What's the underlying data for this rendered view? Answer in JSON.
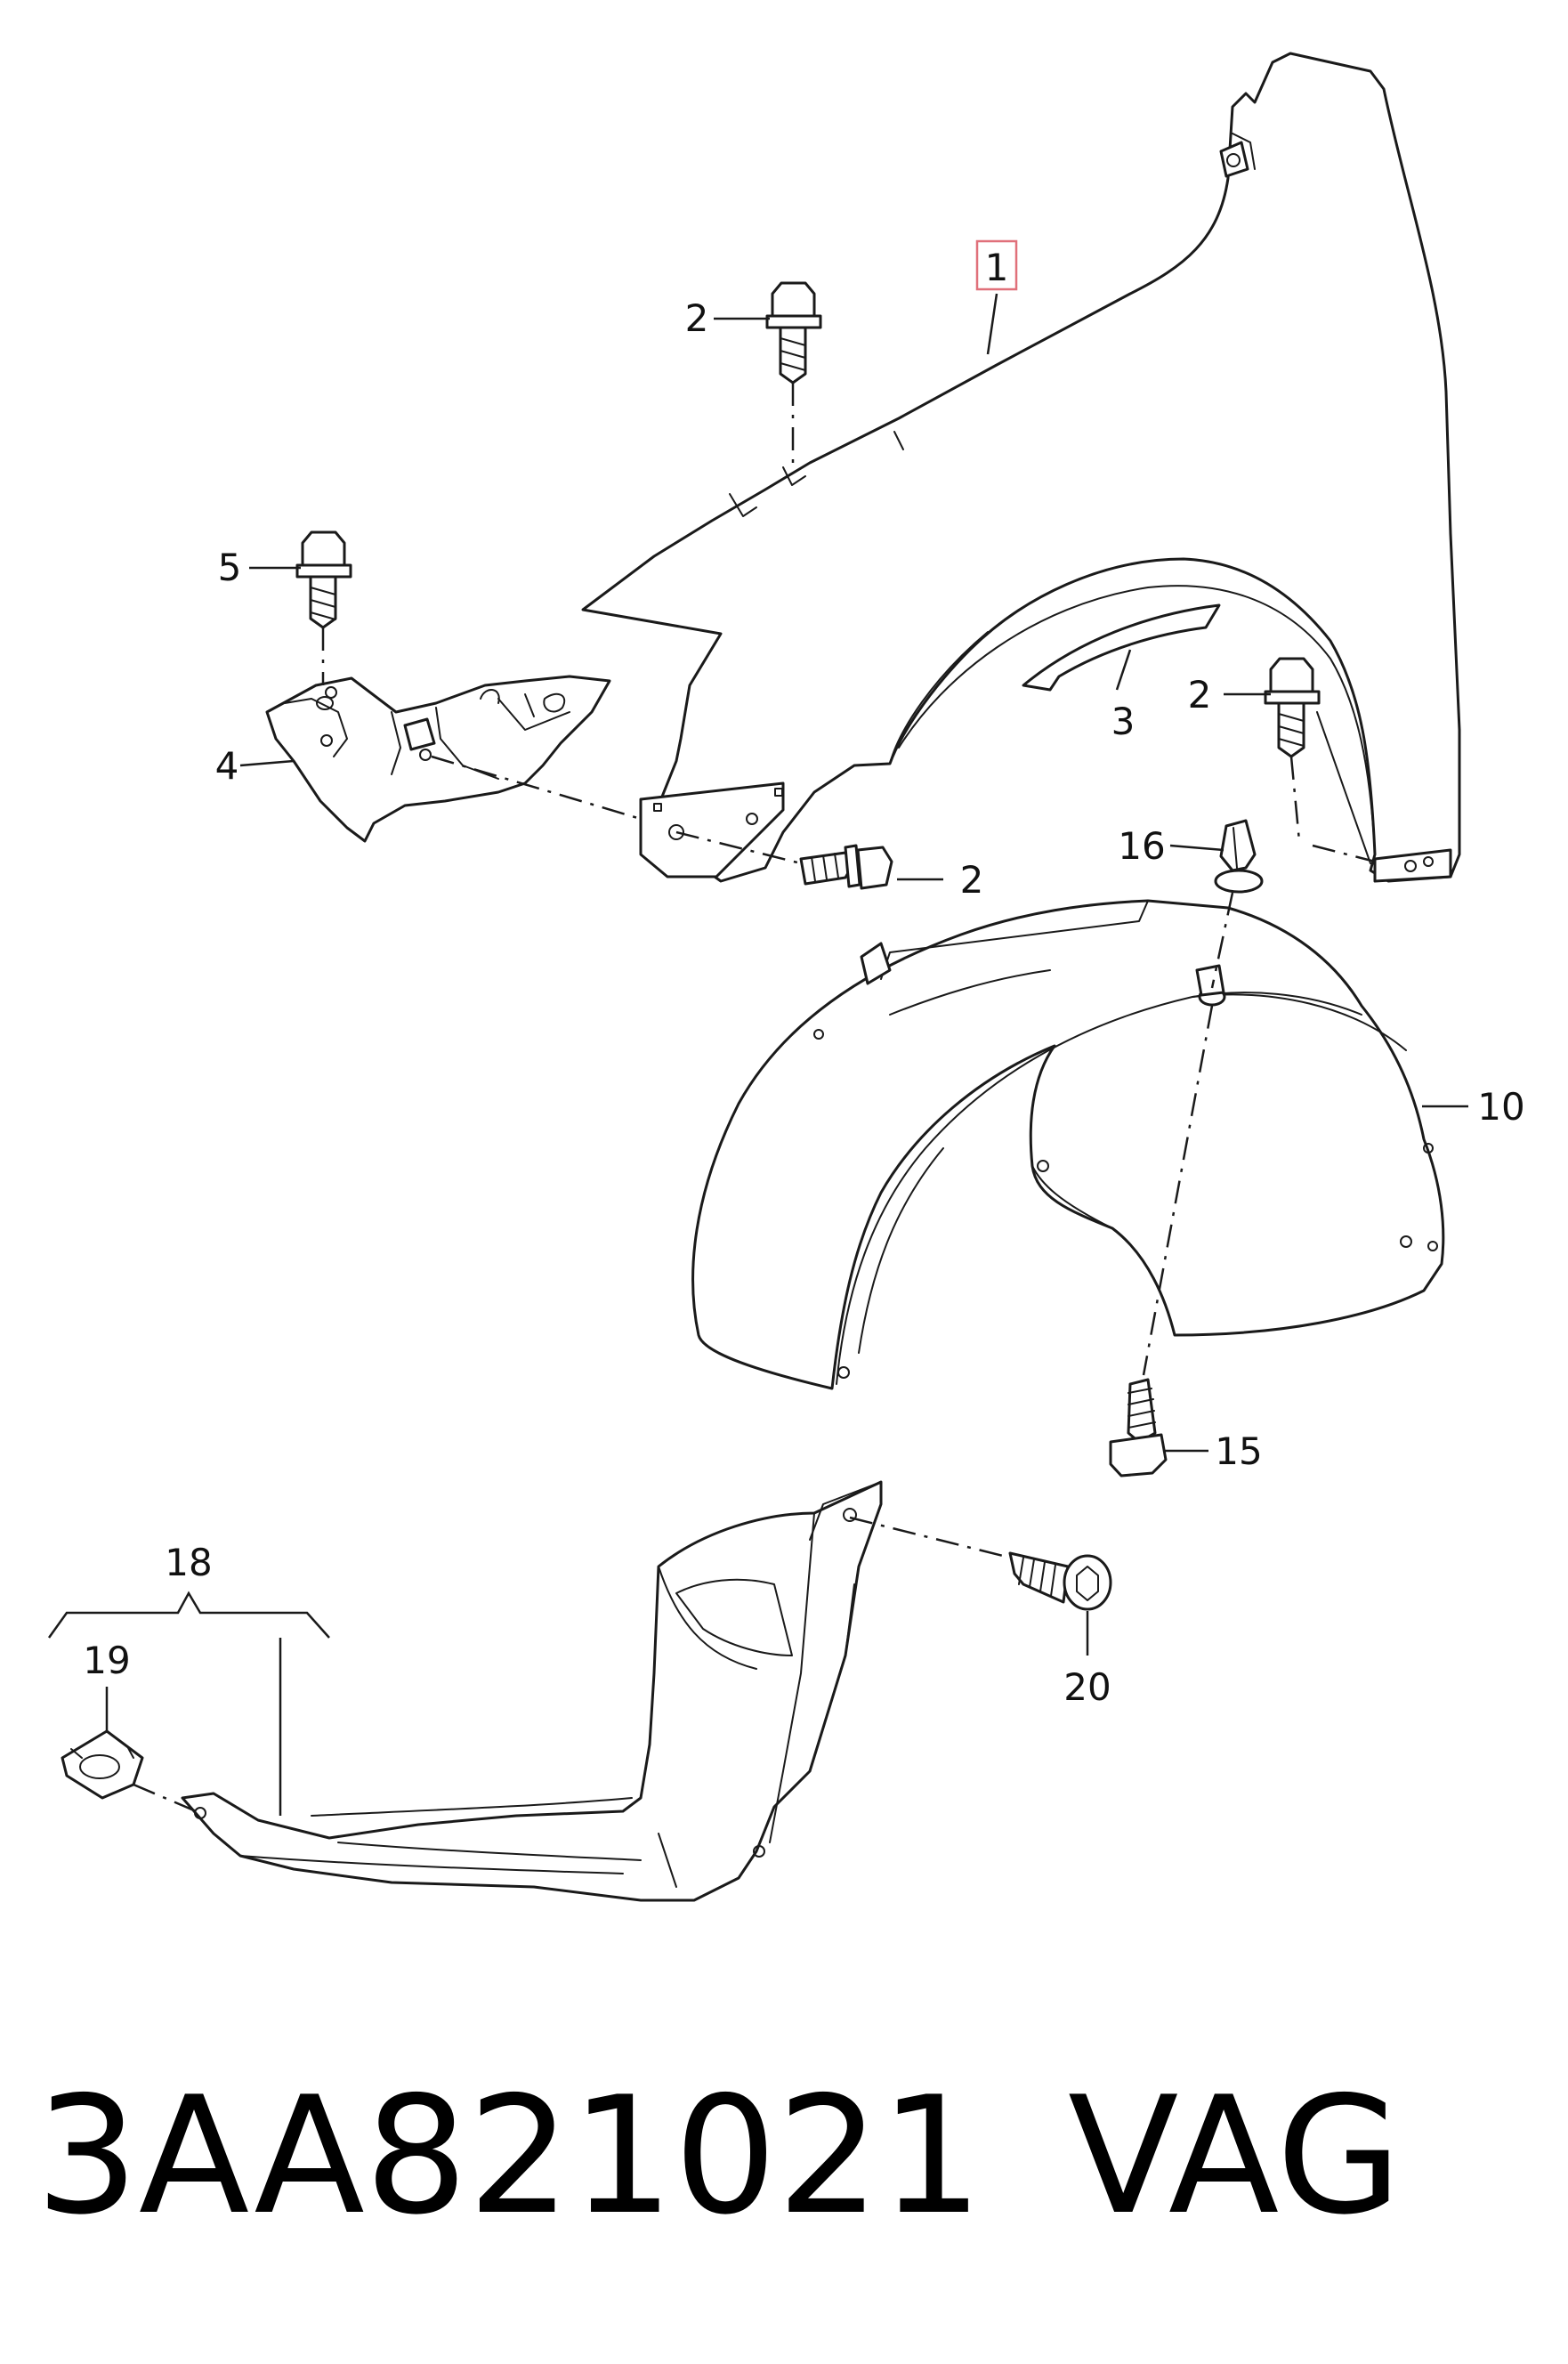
{
  "diagram": {
    "callouts": {
      "c1": "1",
      "c2a": "2",
      "c2b": "2",
      "c2c": "2",
      "c3": "3",
      "c4": "4",
      "c5": "5",
      "c10": "10",
      "c15": "15",
      "c16": "16",
      "c18": "18",
      "c19": "19",
      "c20": "20"
    },
    "highlight_color": "#e0707a"
  },
  "footer": {
    "part_number": "3AA821021",
    "brand": "VAG"
  }
}
